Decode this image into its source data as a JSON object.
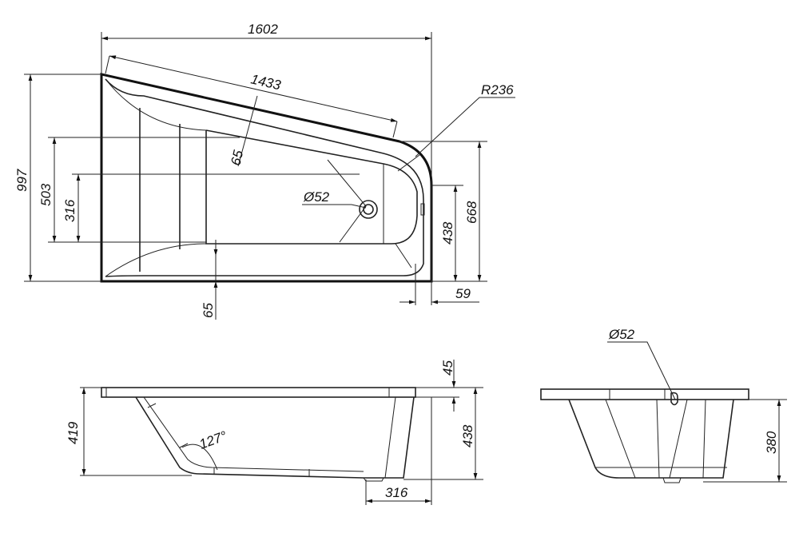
{
  "title": "Bathtub technical drawing",
  "top_view": {
    "overall_length": "1602",
    "slanted_edge_length": "1433",
    "corner_radius": "R236",
    "rim_width_slanted": "65",
    "overall_width": "997",
    "inner_width": "503",
    "inner_flat_width": "316",
    "right_end_width": "668",
    "drain_offset": "438",
    "right_offset": "59",
    "rim_width_bottom": "65",
    "drain_diameter": "Ø52"
  },
  "side_view": {
    "rim_thickness": "45",
    "height_left": "419",
    "height_right": "438",
    "backrest_angle": "127°",
    "drain_distance": "316"
  },
  "end_view": {
    "overflow_diameter": "Ø52",
    "depth": "380"
  }
}
